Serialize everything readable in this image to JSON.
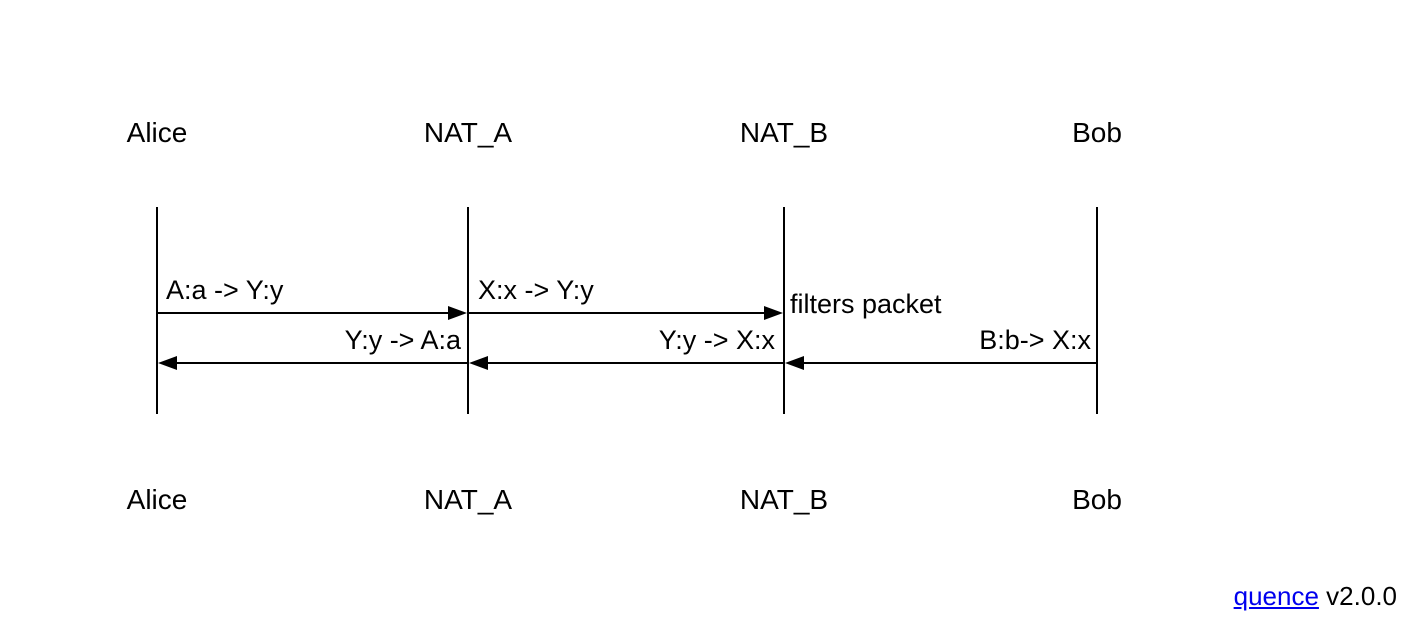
{
  "colors": {
    "background": "#ffffff",
    "text": "#000000",
    "line": "#000000",
    "link": "#0000ee"
  },
  "diagram": {
    "type": "sequence-diagram",
    "participants": [
      {
        "name": "Alice"
      },
      {
        "name": "NAT_A"
      },
      {
        "name": "NAT_B"
      },
      {
        "name": "Bob"
      }
    ],
    "messages": [
      {
        "label": "A:a -> Y:y",
        "from": "Alice",
        "to": "NAT_A",
        "direction": "right"
      },
      {
        "label": "X:x -> Y:y",
        "from": "NAT_A",
        "to": "NAT_B",
        "direction": "right"
      },
      {
        "label": "B:b-> X:x",
        "from": "Bob",
        "to": "NAT_B",
        "direction": "left"
      },
      {
        "label": "Y:y -> X:x",
        "from": "NAT_B",
        "to": "NAT_A",
        "direction": "left"
      },
      {
        "label": "Y:y -> A:a",
        "from": "NAT_A",
        "to": "Alice",
        "direction": "left"
      }
    ],
    "note": {
      "text": "filters packet",
      "participant": "NAT_B"
    }
  },
  "footer": {
    "link_label": "quence",
    "version": "v2.0.0"
  }
}
